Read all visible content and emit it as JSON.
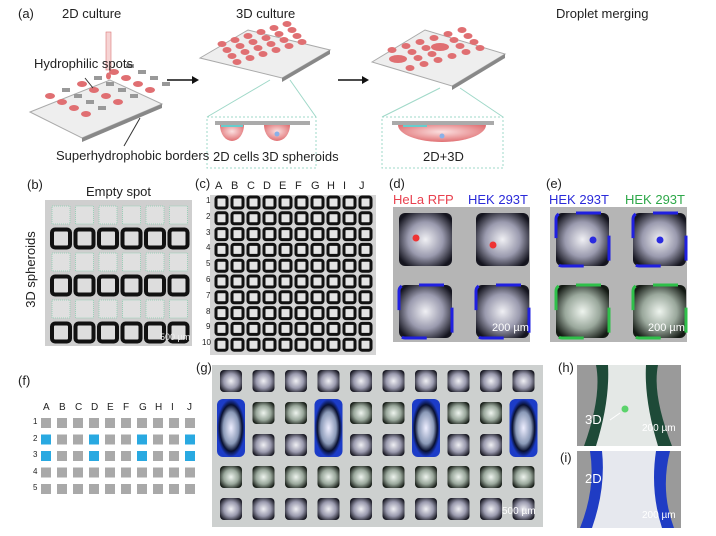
{
  "panel_a": {
    "label": "(a)",
    "step1_title": "2D culture",
    "step2_title": "3D culture",
    "step3_title": "Droplet merging",
    "hydrophilic_label": "Hydrophilic spots",
    "borders_label": "Superhydrophobic borders",
    "inset2_left": "2D cells",
    "inset2_right": "3D spheroids",
    "inset3_label": "2D+3D"
  },
  "panel_b": {
    "label": "(b)",
    "title": "Empty spot",
    "ylabel": "3D spheroids",
    "scale": "500 µm"
  },
  "panel_c": {
    "label": "(c)",
    "columns": [
      "A",
      "B",
      "C",
      "D",
      "E",
      "F",
      "G",
      "H",
      "I",
      "J"
    ],
    "rows": [
      "1",
      "2",
      "3",
      "4",
      "5",
      "6",
      "7",
      "8",
      "9",
      "10"
    ]
  },
  "panel_d": {
    "label": "(d)",
    "left_title": "HeLa RFP",
    "right_title": "HEK 293T",
    "scale": "200 µm",
    "left_color": "#e8414f",
    "right_color": "#2b2bd9"
  },
  "panel_e": {
    "label": "(e)",
    "left_title": "HEK 293T",
    "right_title": "HEK 293T",
    "scale": "200 µm",
    "left_color": "#2b2bd9",
    "right_color": "#2fa84a"
  },
  "panel_f": {
    "label": "(f)",
    "columns": [
      "A",
      "B",
      "C",
      "D",
      "E",
      "F",
      "G",
      "H",
      "I",
      "J"
    ],
    "rows": [
      "1",
      "2",
      "3",
      "4",
      "5"
    ],
    "highlighted": [
      "A2",
      "A3",
      "D2",
      "D3",
      "G2",
      "G3",
      "J2",
      "J3"
    ],
    "highlight_color": "#29a9e1",
    "cell_color": "#a9a9a9"
  },
  "panel_g": {
    "label": "(g)",
    "scale": "500 µm"
  },
  "panel_h": {
    "label": "(h)",
    "annotation": "3D",
    "scale": "200 µm"
  },
  "panel_i": {
    "label": "(i)",
    "annotation": "2D",
    "scale": "200 µm"
  }
}
